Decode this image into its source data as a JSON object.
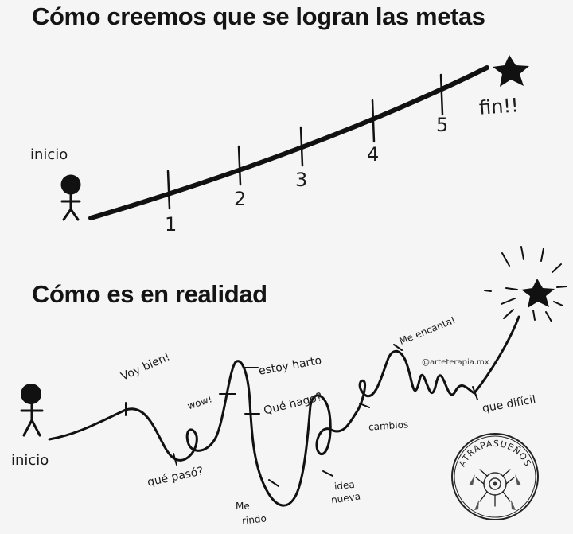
{
  "top": {
    "title": "Cómo creemos que se logran las metas",
    "start_label": "inicio",
    "end_label": "fin!!",
    "steps": [
      "1",
      "2",
      "3",
      "4",
      "5"
    ]
  },
  "bottom": {
    "title": "Cómo es en realidad",
    "start_label": "inicio",
    "notes": {
      "voy_bien": "Voy bien!",
      "wow": "wow!",
      "que_paso": "qué pasó?",
      "estoy_harto": "estoy harto",
      "que_hago": "Qué hago?",
      "me_rindo_1": "Me",
      "me_rindo_2": "rindo",
      "idea_1": "idea",
      "idea_2": "nueva",
      "cambios": "cambios",
      "me_encanta": "Me encanta!",
      "que_dificil": "que difícil"
    },
    "credit": "@arteterapia.mx",
    "stamp": "ATRAPASUEÑOS"
  }
}
